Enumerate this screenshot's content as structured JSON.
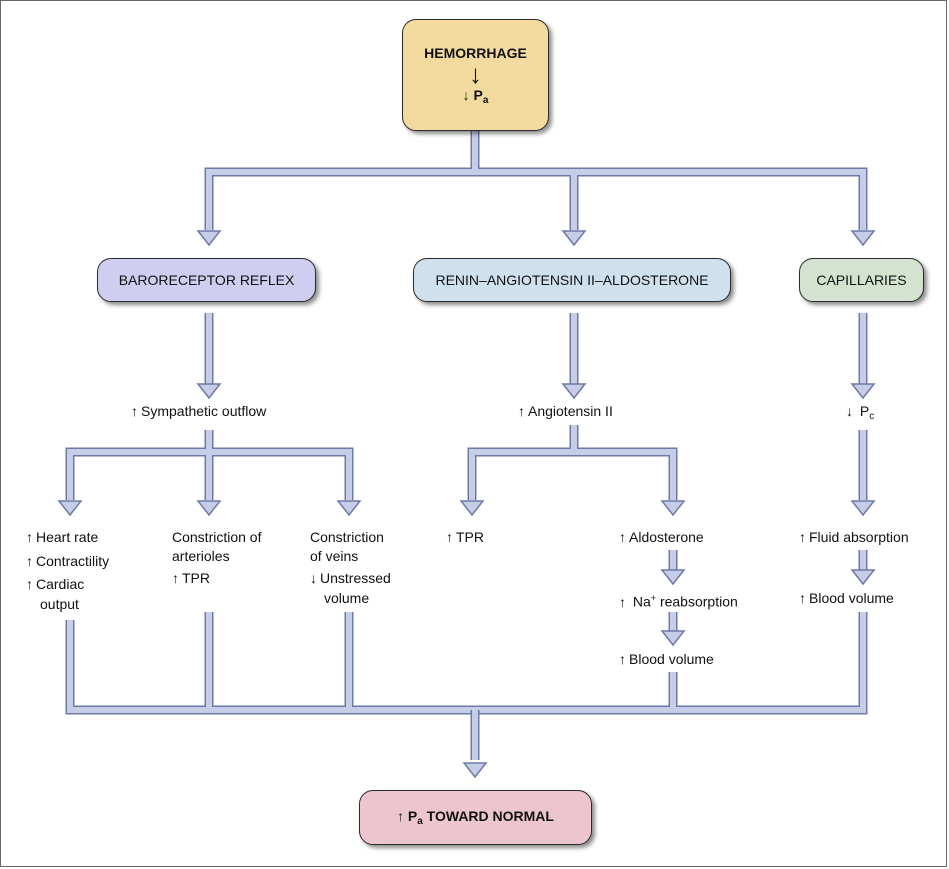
{
  "top": {
    "title": "HEMORRHAGE",
    "pa": "P",
    "pa_sub": "a"
  },
  "branches": {
    "baroreceptor": "BARORECEPTOR REFLEX",
    "raas": "RENIN–ANGIOTENSIN II–ALDOSTERONE",
    "capillaries": "CAPILLARIES"
  },
  "baro": {
    "sympathetic": "Sympathetic outflow",
    "heart_rate": "Heart rate",
    "contractility": "Contractility",
    "cardiac_output_1": "Cardiac",
    "cardiac_output_2": "output",
    "constriction_arterioles_1": "Constriction of",
    "constriction_arterioles_2": "arterioles",
    "tpr": "TPR",
    "constriction_veins_1": "Constriction",
    "constriction_veins_2": "of veins",
    "unstressed_1": "Unstressed",
    "unstressed_2": "volume"
  },
  "raas": {
    "angiotensin": "Angiotensin II",
    "tpr": "TPR",
    "aldosterone": "Aldosterone",
    "na": "Na",
    "na_sup": "+",
    "na_rest": " reabsorption",
    "blood_volume": "Blood volume"
  },
  "cap": {
    "pc": "P",
    "pc_sub": "c",
    "fluid": "Fluid absorption",
    "blood_volume": "Blood volume"
  },
  "result": {
    "pa": "P",
    "pa_sub": "a",
    "rest": " TOWARD NORMAL"
  },
  "colors": {
    "hemorrhage_fill": "#f3dba0",
    "baroreceptor_fill": "#cfcdf0",
    "raas_fill": "#cfe1ef",
    "capillaries_fill": "#d4e2d0",
    "result_fill": "#ecc5cf",
    "connector_fill": "#c6cde6",
    "connector_edge": "#6d7aa8"
  }
}
